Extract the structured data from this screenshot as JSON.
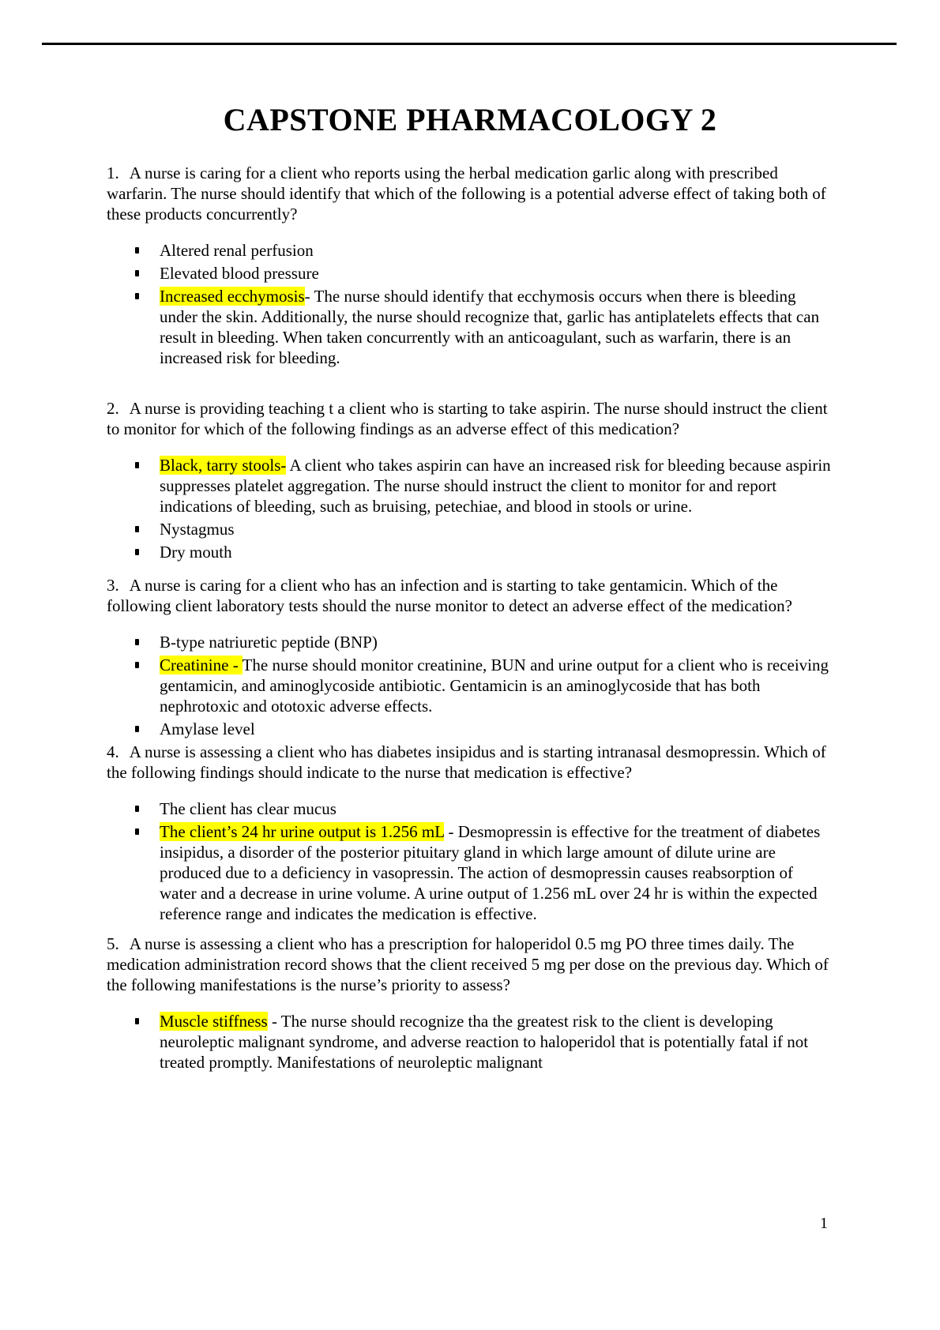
{
  "page": {
    "title": "CAPSTONE PHARMACOLOGY 2",
    "page_number": "1"
  },
  "highlight_color": "#ffff00",
  "questions": [
    {
      "number": "1.",
      "text": "A nurse is caring for a client who reports using the herbal medication garlic along with prescribed warfarin. The nurse should identify that which of the following is a potential adverse effect of taking both of these products concurrently?",
      "options": [
        {
          "highlight": "",
          "text": "Altered renal perfusion"
        },
        {
          "highlight": "",
          "text": "Elevated blood pressure"
        },
        {
          "highlight": "Increased ecchymosis",
          "text": "- The nurse should identify that ecchymosis occurs when there is bleeding under the skin.  Additionally, the nurse should recognize that, garlic has antiplatelets effects that can result in bleeding. When taken concurrently with an anticoagulant, such as warfarin, there is an increased risk for bleeding."
        }
      ]
    },
    {
      "number": "2.",
      "text": "A nurse is providing teaching t a client who is starting to take aspirin. The nurse should instruct the client to monitor for which of the following findings as an adverse effect of this medication?",
      "options": [
        {
          "highlight": "Black, tarry stools-",
          "text": " A client who takes aspirin can have an increased risk for bleeding because aspirin suppresses platelet aggregation. The nurse should instruct the client to monitor for and report indications of bleeding, such as bruising, petechiae, and blood in stools or urine."
        },
        {
          "highlight": "",
          "text": "Nystagmus"
        },
        {
          "highlight": "",
          "text": "Dry mouth"
        }
      ]
    },
    {
      "number": "3.",
      "text": "A nurse is caring for a client who has an infection and is starting to take gentamicin. Which of the following client laboratory tests should the nurse monitor to detect an adverse effect of the medication?",
      "options": [
        {
          "highlight": "",
          "text": "B-type natriuretic peptide (BNP)"
        },
        {
          "highlight": "Creatinine - ",
          "text": "The nurse should monitor creatinine, BUN and urine output for a client who is receiving gentamicin, and aminoglycoside antibiotic.  Gentamicin is an aminoglycoside that has both nephrotoxic and ototoxic adverse effects."
        },
        {
          "highlight": "",
          "text": "Amylase level"
        }
      ]
    },
    {
      "number": "4.",
      "text": "A nurse is assessing a client who has diabetes insipidus and is starting intranasal desmopressin. Which of the following findings should indicate to the nurse that medication is effective?",
      "options": [
        {
          "highlight": "",
          "text": "The client has clear mucus"
        },
        {
          "highlight": "The client’s 24 hr urine output is 1.256 mL",
          "text": " - Desmopressin is effective for the treatment of diabetes insipidus, a disorder of the posterior pituitary gland in which large amount of dilute urine are produced due to a deficiency in vasopressin. The action of desmopressin causes reabsorption of water and a decrease in urine volume. A urine output of 1.256 mL over 24 hr is within the expected reference range and indicates the medication is effective."
        }
      ]
    },
    {
      "number": "5.",
      "text": "A nurse is assessing a client who has a prescription for haloperidol 0.5 mg PO three times daily.  The medication administration record shows that the client received 5 mg per dose on the previous day.  Which of the following manifestations is the nurse’s priority to assess?",
      "options": [
        {
          "highlight": "Muscle stiffness",
          "text": " - The nurse should recognize tha the greatest risk to the client is developing neuroleptic malignant syndrome, and adverse reaction to haloperidol that is potentially fatal if not treated promptly.  Manifestations of neuroleptic malignant"
        }
      ]
    }
  ]
}
